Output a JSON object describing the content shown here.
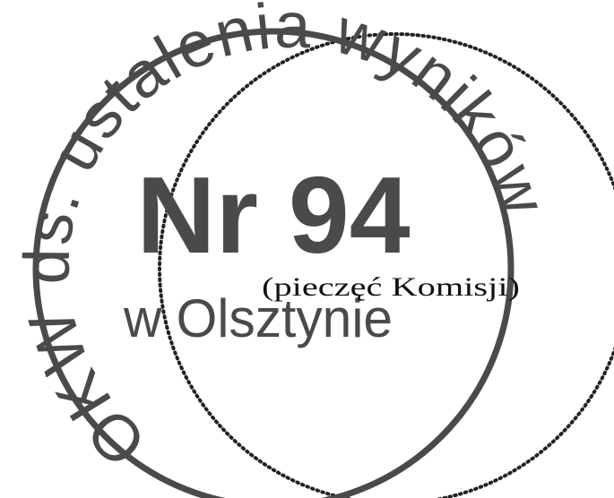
{
  "stamp": {
    "arc_text": "OKW ds. ustalenia wyników",
    "number": "Nr 94",
    "location": "w Olsztynie"
  },
  "caption": "(pieczęć Komisji)",
  "colors": {
    "stamp_ink": "#4a4a4a",
    "dotted_outline": "#222222",
    "caption_ink": "#111111"
  }
}
